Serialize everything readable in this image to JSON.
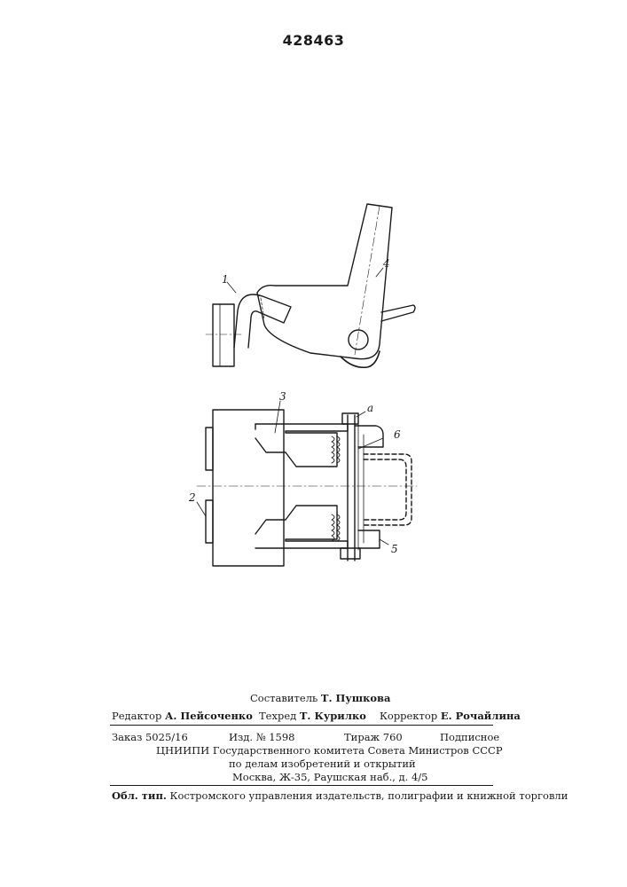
{
  "patent": {
    "number": "428463"
  },
  "figures": {
    "fig1_labels": {
      "part1": "1",
      "part4": "4"
    },
    "fig2_labels": {
      "part2": "2",
      "part3": "3",
      "part5": "5",
      "part6": "6",
      "part_a": "a"
    }
  },
  "credits": {
    "compiler_role": "Составитель",
    "compiler_name": "Т. Пушкова",
    "editor_role": "Редактор",
    "editor_name": "А. Пейсоченко",
    "techred_role": "Техред",
    "techred_name": "Т. Курилко",
    "corrector_role": "Корректор",
    "corrector_name": "Е. Рочайлина"
  },
  "publication": {
    "order": "Заказ  5025/16",
    "edition": "Изд.  №  1598",
    "print_run": "Тираж  760",
    "subscription": "Подписное",
    "institute_line1": "ЦНИИПИ  Государственного  комитета  Совета  Министров  СССР",
    "institute_line2": "по делам изобретений  и  открытий",
    "address": "Москва,  Ж-35,  Раушская  наб.,  д.  4/5"
  },
  "printer": {
    "prefix": "Обл. тип.",
    "text": "Костромского управления издательств, полиграфии и книжной торговли"
  }
}
